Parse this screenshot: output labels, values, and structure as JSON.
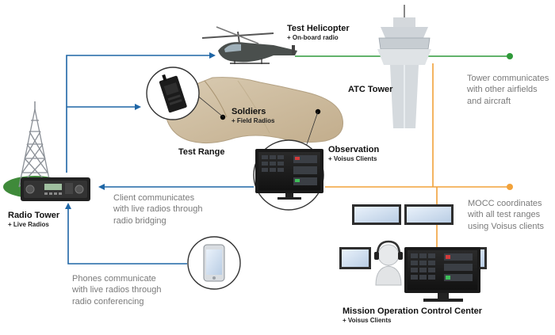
{
  "colors": {
    "blue": "#1f66a6",
    "green": "#2f9a3a",
    "orange": "#f2a23a",
    "note_text": "#7a7a7a"
  },
  "icons": {
    "radio_tower": "radio-tower-icon",
    "helicopter": "helicopter-icon",
    "atc_tower": "atc-tower-icon",
    "field_radio": "field-radio-icon",
    "terrain": "terrain-icon",
    "monitor": "monitor-icon",
    "phone": "smartphone-icon",
    "operator": "operator-headset-icon"
  },
  "nodes": {
    "radio_tower": {
      "title": "Radio Tower",
      "subtitle": "+ Live Radios"
    },
    "helicopter": {
      "title": "Test Helicopter",
      "subtitle": "+ On-board radio"
    },
    "atc_tower": {
      "title": "ATC Tower"
    },
    "soldiers": {
      "title": "Soldiers",
      "subtitle": "+ Field Radios"
    },
    "test_range": {
      "title": "Test Range"
    },
    "observation": {
      "title": "Observation",
      "subtitle": "+ Voisus Clients"
    },
    "mocc": {
      "title": "Mission Operation Control Center",
      "subtitle": "+ Voisus Clients"
    }
  },
  "notes": {
    "tower": [
      "Tower communicates",
      "with other airfields",
      "and aircraft"
    ],
    "mocc": [
      "MOCC coordinates",
      "with all test ranges",
      "using Voisus clients"
    ],
    "client": [
      "Client communicates",
      "with live radios through",
      "radio bridging"
    ],
    "phones": [
      "Phones communicate",
      "with live radios through",
      "radio conferencing"
    ]
  }
}
